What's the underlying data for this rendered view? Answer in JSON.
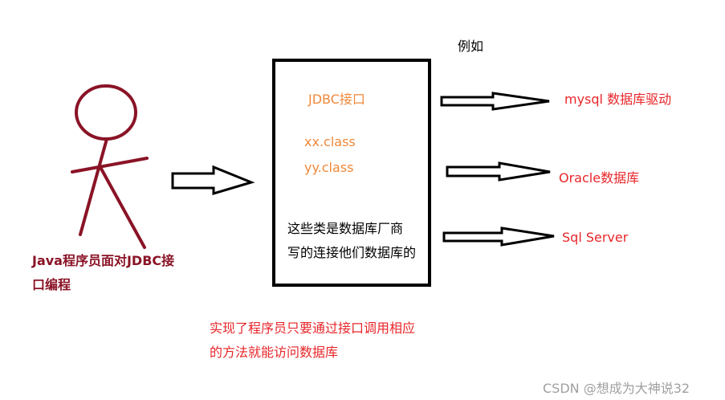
{
  "example_label": "例如",
  "box": {
    "interface_label": "JDBC接口",
    "class1": "xx.class",
    "class2": "yy.class",
    "note_line1": "这些类是数据库厂商",
    "note_line2": "写的连接他们数据库的"
  },
  "programmer": {
    "line1": "Java程序员面对JDBC接",
    "line2": "口编程"
  },
  "drivers": [
    "mysql 数据库驱动",
    "Oracle数据库",
    "Sql Server"
  ],
  "footer": {
    "line1": "实现了程序员只要通过接口调用相应",
    "line2": "的方法就能访问数据库"
  },
  "watermark": "CSDN @想成为大神说32",
  "colors": {
    "stick_figure": "#8a1326",
    "interface_text": "#f0883a",
    "driver_text": "#e8262a",
    "box_border": "#000000"
  }
}
